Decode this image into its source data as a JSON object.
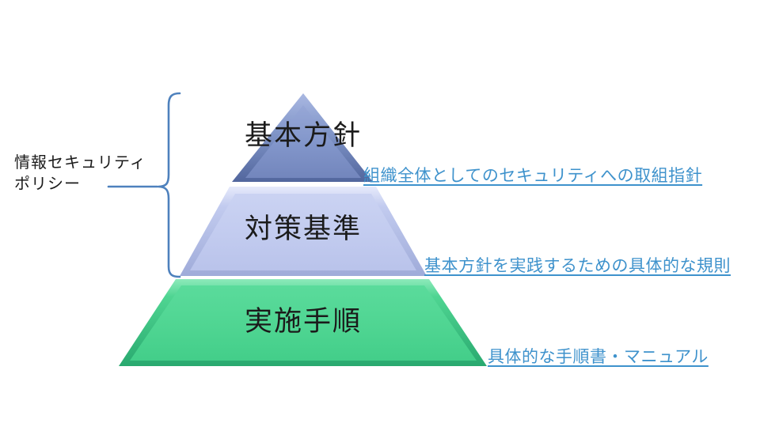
{
  "diagram": {
    "left_label": {
      "lines": [
        "情報セキュリティ",
        "ポリシー"
      ]
    },
    "tiers": [
      {
        "id": "basic-policy",
        "label": "基本方針",
        "annotation": "組織全体としてのセキュリティへの取組指針",
        "color": "#8095C8"
      },
      {
        "id": "countermeasure-standards",
        "label": "対策基準",
        "annotation": "基本方針を実践するための具体的な規則",
        "color": "#C2CBEF"
      },
      {
        "id": "implementation-procedures",
        "label": "実施手順",
        "annotation": "具体的な手順書・マニュアル",
        "color": "#4FD592"
      }
    ],
    "colors": {
      "background": "#FFFFFF",
      "label_text": "#1B1B1B",
      "annotation_text": "#3E92CC",
      "brace": "#4E81BD",
      "tier1_color": "#8095C8",
      "tier2_color": "#C2CBEF",
      "tier3_color": "#4FD592"
    }
  }
}
